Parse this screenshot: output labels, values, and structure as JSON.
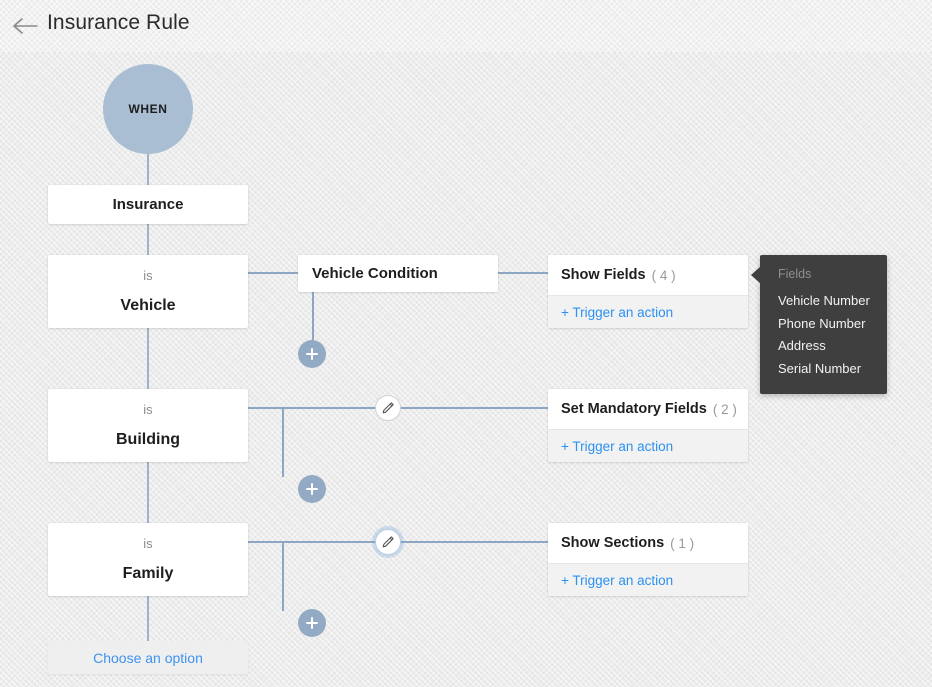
{
  "header": {
    "back_icon": "arrow-left-icon",
    "title": "Insurance Rule"
  },
  "flow": {
    "when_label": "WHEN",
    "root_entity": "Insurance",
    "branches": [
      {
        "operator": "is",
        "value": "Vehicle",
        "criteria": "Vehicle Condition",
        "has_pencil": false,
        "action": {
          "title": "Show Fields",
          "count": "( 4 )",
          "trigger_label": "+ Trigger an action"
        },
        "add_label": "+"
      },
      {
        "operator": "is",
        "value": "Building",
        "criteria": "",
        "has_pencil": true,
        "action": {
          "title": "Set Mandatory Fields",
          "count": "( 2 )",
          "trigger_label": "+ Trigger an action"
        },
        "add_label": "+"
      },
      {
        "operator": "is",
        "value": "Family",
        "criteria": "",
        "has_pencil": true,
        "action": {
          "title": "Show Sections",
          "count": "( 1 )",
          "trigger_label": "+ Trigger an action"
        },
        "add_label": "+"
      }
    ],
    "choose_option_label": "Choose an option"
  },
  "tooltip": {
    "heading": "Fields",
    "items": [
      "Vehicle Number",
      "Phone Number",
      "Address",
      "Serial Number"
    ]
  },
  "colors": {
    "accent_link": "#2c91f2",
    "connector": "#8da7c2",
    "when_circle": "#a9bdd3",
    "plus_button": "#93aac4",
    "tooltip_bg": "#3f3f3f",
    "canvas_bg": "#ededed"
  }
}
